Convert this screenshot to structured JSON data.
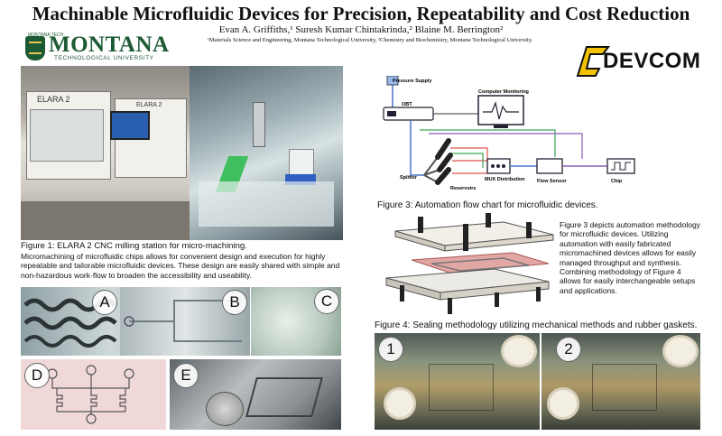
{
  "header": {
    "title": "Machinable Microfluidic Devices for Precision, Repeatability and Cost Reduction",
    "authors": "Evan A. Griffiths,¹ Suresh Kumar Chintakrinda,² Blaine M. Berrington²",
    "affiliations": "¹Materials Science and Engineering, Montana Technological University, ²Chemistry and Biochemistry, Montana Technological University."
  },
  "logos": {
    "montana_small": "MONTANA TECH",
    "montana_name": "MONTANA",
    "montana_sub": "TECHNOLOGICAL UNIVERSITY",
    "devcom": "DEVCOM",
    "machine_label_1": "ELARA 2",
    "machine_label_2": "ELARA 2"
  },
  "figure1": {
    "caption": "Figure 1: ELARA 2 CNC milling station for micro-machining.",
    "body": "Micromachining of microfluidic chips allows for convenient design and execution for highly repeatable and tailorable microfluidic devices. These design are easily shared with simple and non-hazardous work-flow to broaden the accessibility and useability.",
    "panel_labels": [
      "A",
      "B",
      "C",
      "D",
      "E"
    ]
  },
  "figure3": {
    "labels": {
      "pressure": "Pressure Supply",
      "monitor": "Computer Monitoring",
      "obt": "OBT",
      "splitter": "Splitter",
      "reservoirs": "Reservoirs",
      "mux": "MUX Distribution",
      "flow": "Flow Sensor",
      "chip": "Chip"
    },
    "caption": "Figure 3: Automation flow chart for microfluidic devices.",
    "description": "Figure 3 depicts automation methodology for microfluidic devices. Utilizing automation with easily fabricated micromachined devices allows for easily managed throughput and synthesis. Combining methodology of Figure 4 allows for easily interchangeable setups and applications."
  },
  "figure4": {
    "caption": "Figure 4: Sealing methodology utilizing mechanical methods and rubber gaskets.",
    "panel_labels": [
      "1",
      "2"
    ]
  },
  "colors": {
    "montana_green": "#1c5a34",
    "devcom_yellow": "#f2c200",
    "tube_red": "#d9534f",
    "tube_green": "#3aa655",
    "tube_purple": "#8e5bb5",
    "tube_blue": "#4a73c9"
  }
}
